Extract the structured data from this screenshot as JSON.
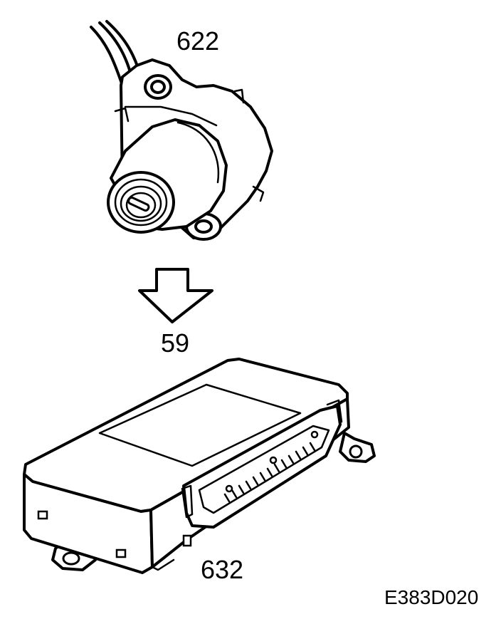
{
  "labels": {
    "part_switch": "622",
    "arrow_step": "59",
    "part_unit": "632",
    "figure_code": "E383D020"
  },
  "icons": [
    "ignition-switch-icon",
    "down-arrow-icon",
    "control-module-icon"
  ]
}
